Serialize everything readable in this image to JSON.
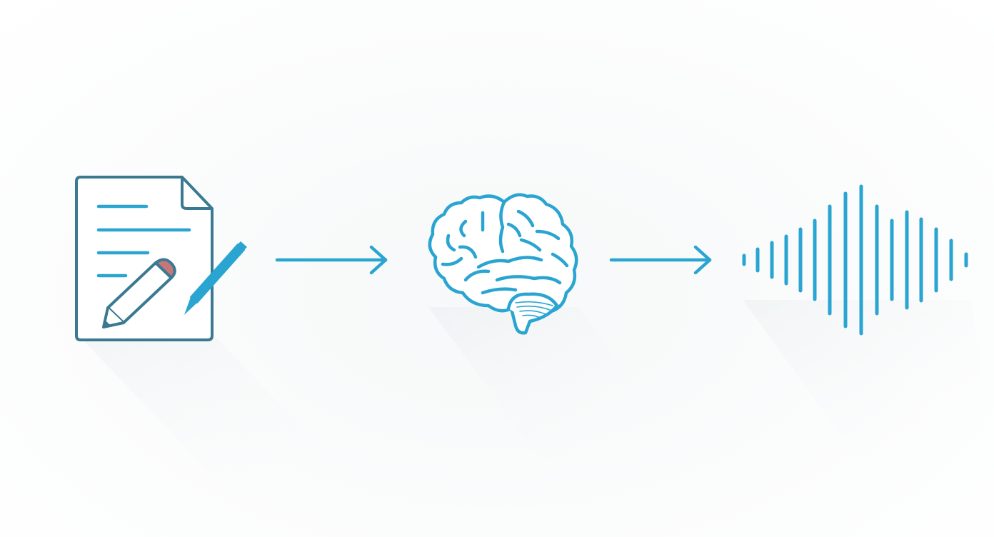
{
  "diagram": {
    "nodes": [
      {
        "id": "document",
        "icon": "document-with-pencil-icon"
      },
      {
        "id": "brain",
        "icon": "brain-icon"
      },
      {
        "id": "soundwave",
        "icon": "sound-wave-icon"
      }
    ],
    "edges": [
      {
        "from": "document",
        "to": "brain",
        "icon": "right-arrow-icon"
      },
      {
        "from": "brain",
        "to": "soundwave",
        "icon": "right-arrow-icon"
      }
    ],
    "colors": {
      "accent": "#2aa5d1",
      "outline": "#3a7a91",
      "eraser": "#c7767a",
      "background": "#fbfcfc",
      "shadow": "#eef1f3"
    }
  }
}
